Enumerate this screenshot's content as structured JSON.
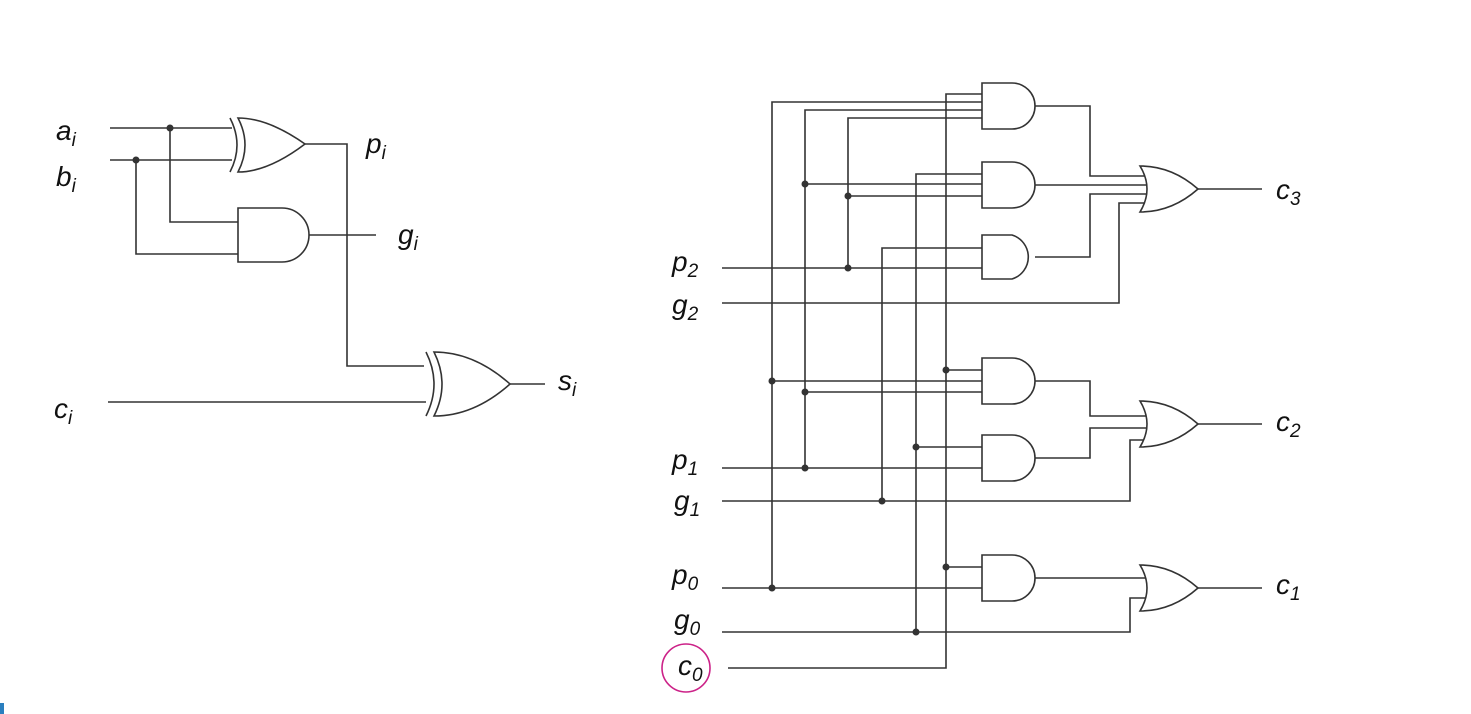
{
  "bit_cell": {
    "inputs": [
      {
        "base": "a",
        "sub": "i"
      },
      {
        "base": "b",
        "sub": "i"
      },
      {
        "base": "c",
        "sub": "i"
      }
    ],
    "outputs": [
      {
        "base": "p",
        "sub": "i"
      },
      {
        "base": "g",
        "sub": "i"
      },
      {
        "base": "s",
        "sub": "i"
      }
    ]
  },
  "lookahead": {
    "inputs": [
      {
        "base": "p",
        "sub": "2"
      },
      {
        "base": "g",
        "sub": "2"
      },
      {
        "base": "p",
        "sub": "1"
      },
      {
        "base": "g",
        "sub": "1"
      },
      {
        "base": "p",
        "sub": "0"
      },
      {
        "base": "g",
        "sub": "0"
      },
      {
        "base": "c",
        "sub": "0"
      }
    ],
    "outputs": [
      {
        "base": "c",
        "sub": "3"
      },
      {
        "base": "c",
        "sub": "2"
      },
      {
        "base": "c",
        "sub": "1"
      }
    ]
  },
  "annotation": {
    "circled_label": "c0",
    "color": "#cc2288"
  }
}
